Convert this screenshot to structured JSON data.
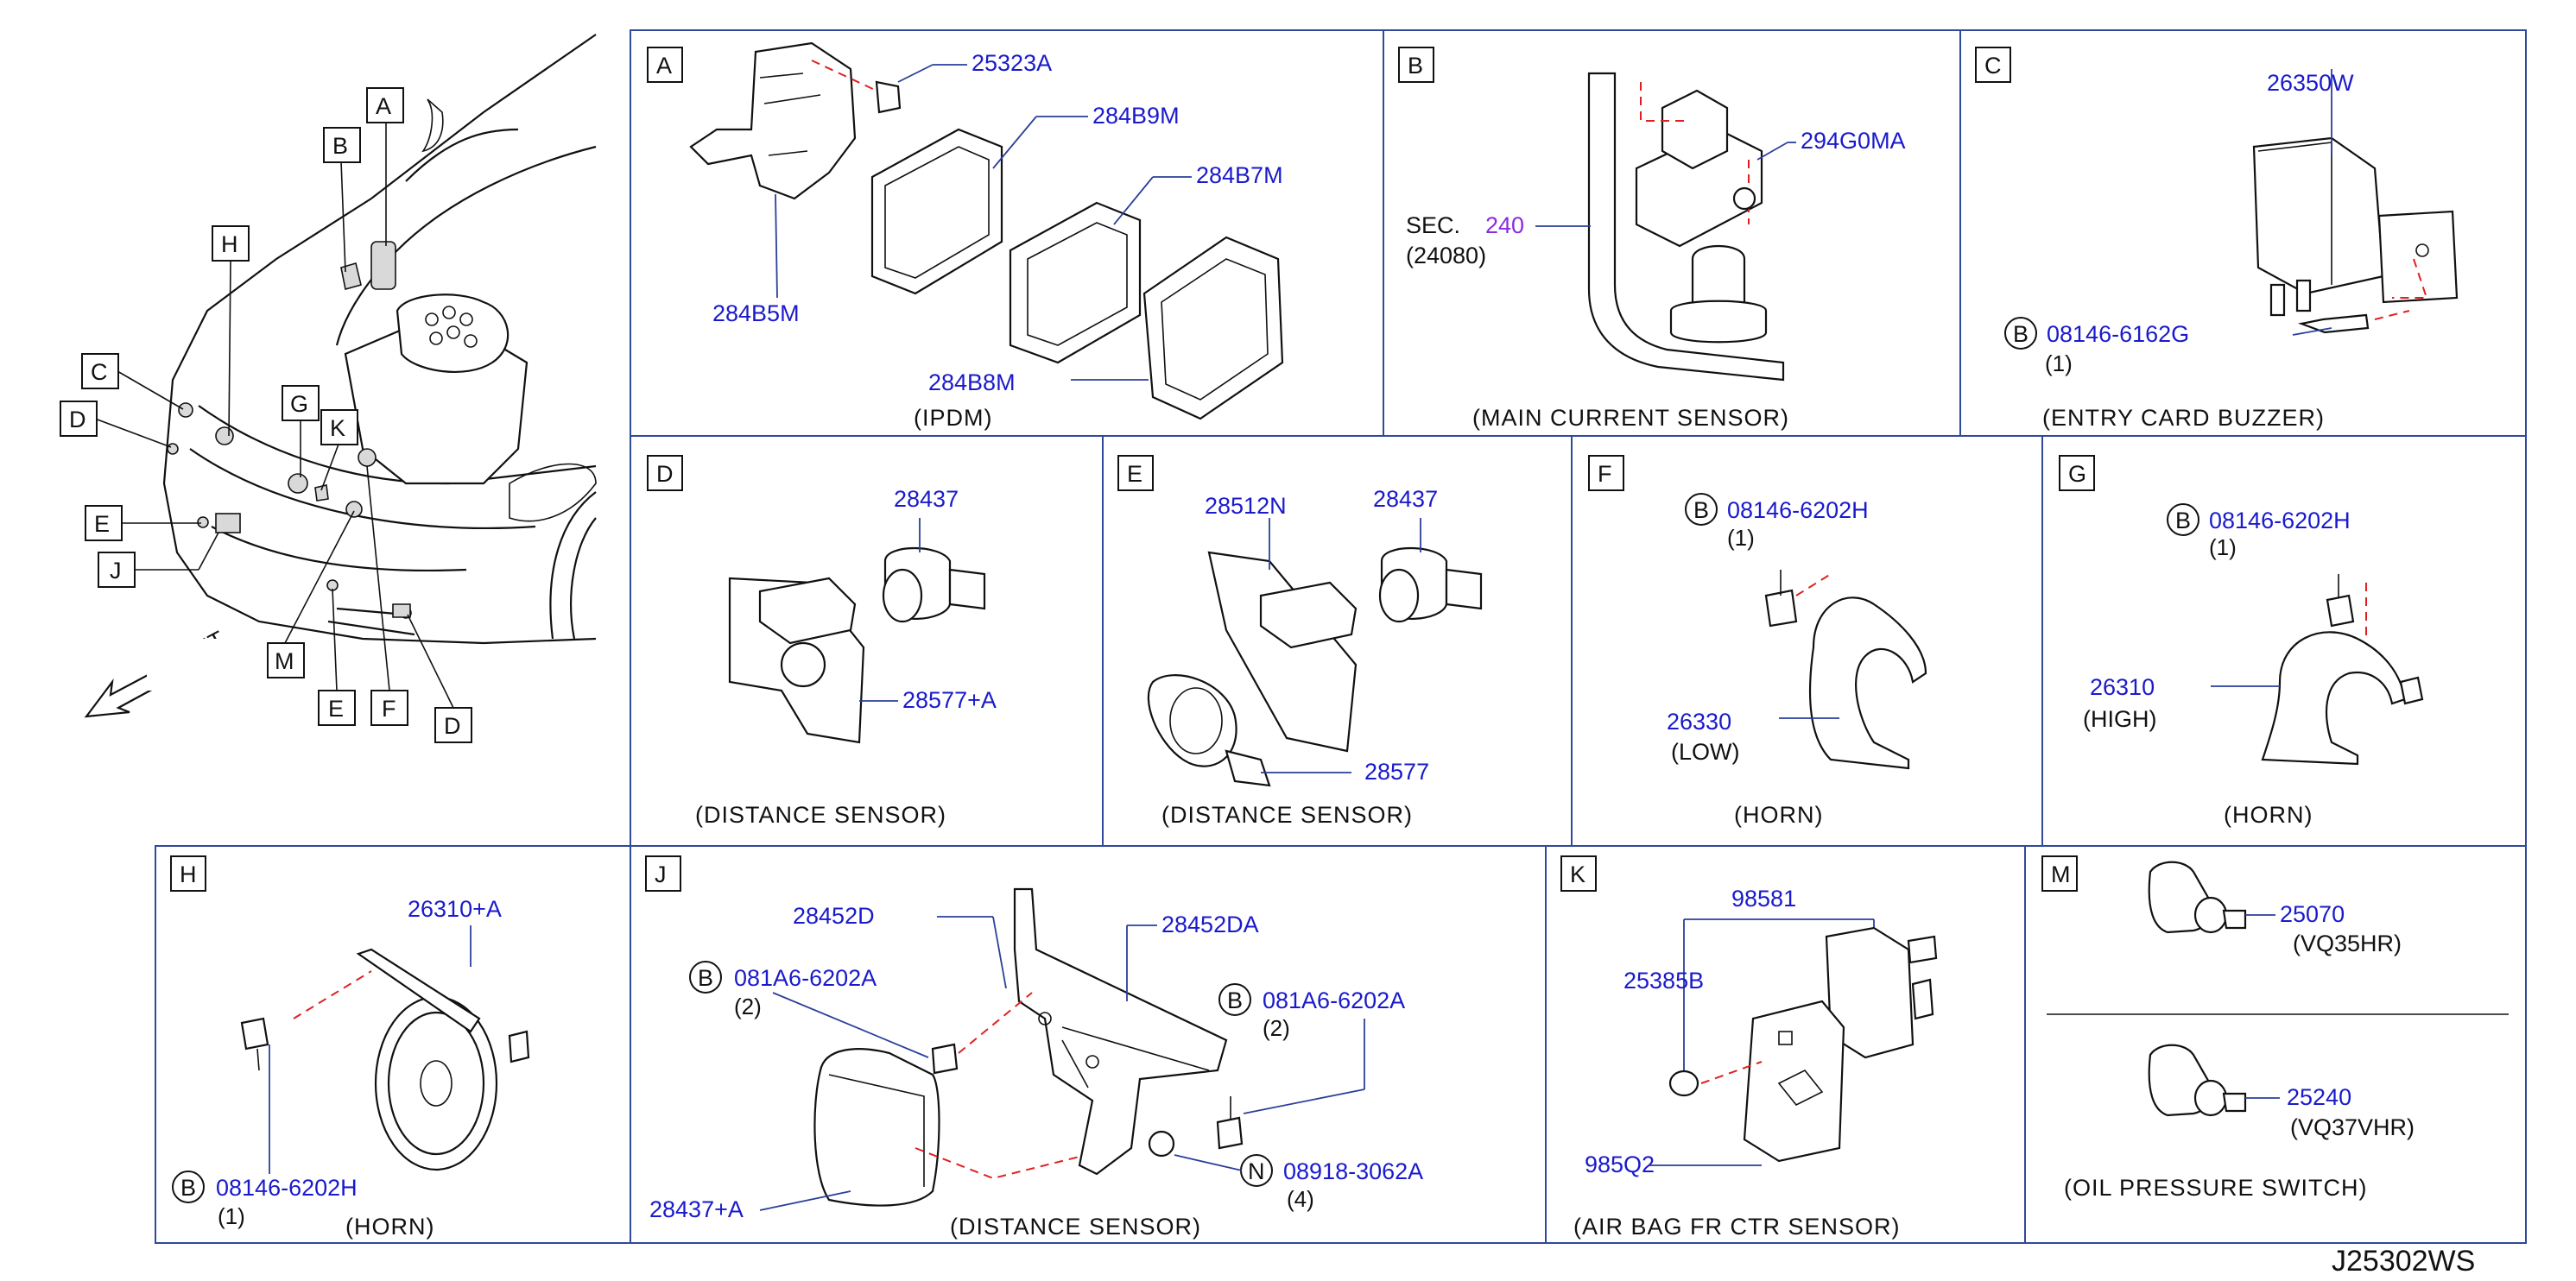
{
  "overview": {
    "front_label": "FRONT",
    "callouts": [
      "A",
      "B",
      "H",
      "C",
      "D",
      "G",
      "K",
      "E",
      "J",
      "M",
      "E",
      "F",
      "D"
    ]
  },
  "panels": {
    "A": {
      "letter": "A",
      "caption": "(IPDM)",
      "parts": [
        "25323A",
        "284B9M",
        "284B7M",
        "284B5M",
        "284B8M"
      ]
    },
    "B": {
      "letter": "B",
      "caption": "(MAIN   CURRENT   SENSOR)",
      "parts": [
        "294G0MA"
      ],
      "sec_prefix": "SEC.",
      "sec_num": "240",
      "sec_ref": "(24080)"
    },
    "C": {
      "letter": "C",
      "caption": "(ENTRY   CARD   BUZZER)",
      "parts": [
        "26350W",
        "08146-6162G"
      ],
      "bolt_mark": "B",
      "qty": "(1)"
    },
    "D": {
      "letter": "D",
      "caption": "(DISTANCE   SENSOR)",
      "parts": [
        "28437",
        "28577+A"
      ]
    },
    "E": {
      "letter": "E",
      "caption": "(DISTANCE   SENSOR)",
      "parts": [
        "28512N",
        "28437",
        "28577"
      ]
    },
    "F": {
      "letter": "F",
      "caption": "(HORN)",
      "parts": [
        "08146-6202H",
        "26330"
      ],
      "bolt_mark": "B",
      "qty": "(1)",
      "note": "(LOW)"
    },
    "G": {
      "letter": "G",
      "caption": "(HORN)",
      "parts": [
        "08146-6202H",
        "26310"
      ],
      "bolt_mark": "B",
      "qty": "(1)",
      "note": "(HIGH)"
    },
    "H": {
      "letter": "H",
      "caption": "(HORN)",
      "parts": [
        "26310+A",
        "08146-6202H"
      ],
      "bolt_mark": "B",
      "qty": "(1)"
    },
    "J": {
      "letter": "J",
      "caption": "(DISTANCE   SENSOR)",
      "parts": [
        "28452D",
        "28452DA",
        "081A6-6202A",
        "081A6-6202A",
        "08918-3062A",
        "28437+A"
      ],
      "marks": [
        "B",
        "B",
        "N"
      ],
      "qtys": [
        "(2)",
        "(2)",
        "(4)"
      ]
    },
    "K": {
      "letter": "K",
      "caption": "(AIR   BAG   FR   CTR   SENSOR)",
      "parts": [
        "98581",
        "25385B",
        "985Q2"
      ]
    },
    "M": {
      "letter": "M",
      "caption": "(OIL   PRESSURE   SWITCH)",
      "parts": [
        "25070",
        "25240"
      ],
      "notes": [
        "(VQ35HR)",
        "(VQ37VHR)"
      ]
    }
  },
  "footer": {
    "code": "J25302WS"
  },
  "colors": {
    "part_number": "#1a1acc",
    "frame": "#2f4a9a",
    "section_number": "#8a2be2",
    "dashed_guide": "#e02020"
  }
}
